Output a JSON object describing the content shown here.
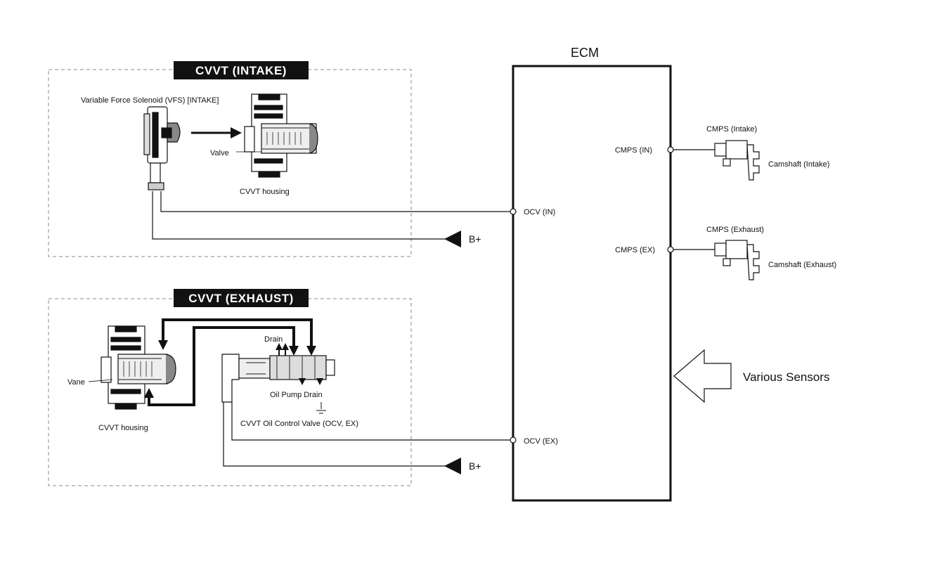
{
  "ecm": {
    "title": "ECM",
    "pins": {
      "ocv_in": "OCV (IN)",
      "ocv_ex": "OCV (EX)",
      "cmps_in": "CMPS (IN)",
      "cmps_ex": "CMPS (EX)"
    }
  },
  "intake": {
    "title": "CVVT (INTAKE)",
    "vfs_label": "Variable Force Solenoid (VFS) [INTAKE]",
    "valve_label": "Valve",
    "housing_label": "CVVT housing",
    "bplus": "B+"
  },
  "exhaust": {
    "title": "CVVT (EXHAUST)",
    "vane_label": "Vane",
    "housing_label": "CVVT housing",
    "drain_top": "Drain",
    "oil_pump_drain": "Oil Pump Drain",
    "ocv_label": "CVVT Oil Control Valve (OCV, EX)",
    "bplus": "B+"
  },
  "sensors": {
    "cmps_intake_title": "CMPS (Intake)",
    "camshaft_intake": "Camshaft (Intake)",
    "cmps_exhaust_title": "CMPS (Exhaust)",
    "camshaft_exhaust": "Camshaft (Exhaust)",
    "various": "Various Sensors"
  },
  "colors": {
    "line": "#111111",
    "dashed_box": "#888888",
    "title_bg": "#111111",
    "title_text": "#ffffff",
    "background": "#ffffff"
  }
}
